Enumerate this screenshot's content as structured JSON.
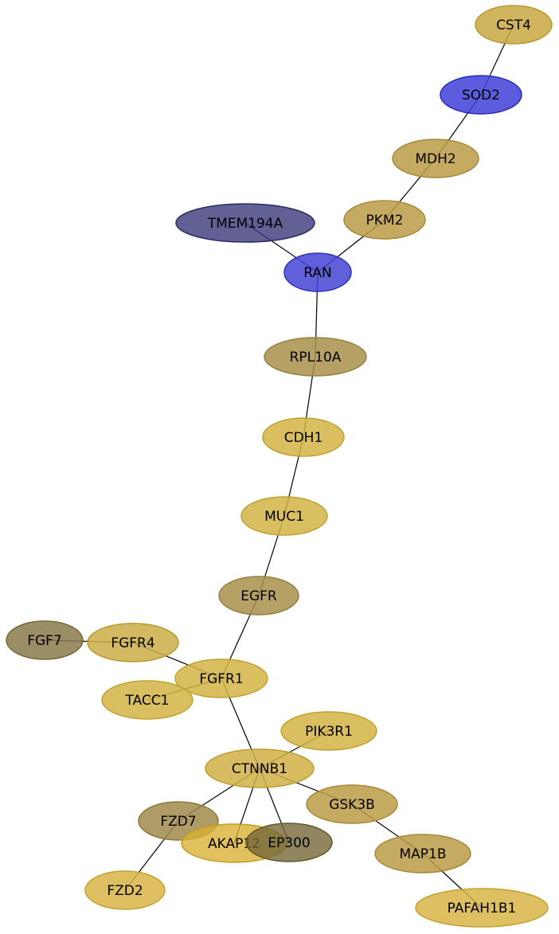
{
  "graph": {
    "nodes": [
      {
        "id": "CST4",
        "label": "CST4",
        "fill": "#c8a842",
        "stroke": "#b8982e",
        "opacity": 0.85
      },
      {
        "id": "SOD2",
        "label": "SOD2",
        "fill": "#4040d8",
        "stroke": "#2a2ab8",
        "opacity": 0.85
      },
      {
        "id": "MDH2",
        "label": "MDH2",
        "fill": "#bb9b45",
        "stroke": "#a8883a",
        "opacity": 0.85
      },
      {
        "id": "PKM2",
        "label": "PKM2",
        "fill": "#bb9b45",
        "stroke": "#a8883a",
        "opacity": 0.85
      },
      {
        "id": "TMEM194A",
        "label": "TMEM194A",
        "fill": "#3a3a7a",
        "stroke": "#2a2a66",
        "opacity": 0.8
      },
      {
        "id": "RAN",
        "label": "RAN",
        "fill": "#4444d4",
        "stroke": "#3030b8",
        "opacity": 0.85
      },
      {
        "id": "RPL10A",
        "label": "RPL10A",
        "fill": "#a8914a",
        "stroke": "#948040",
        "opacity": 0.85
      },
      {
        "id": "CDH1",
        "label": "CDH1",
        "fill": "#d4b445",
        "stroke": "#c0a030",
        "opacity": 0.85
      },
      {
        "id": "MUC1",
        "label": "MUC1",
        "fill": "#d4b445",
        "stroke": "#c0a030",
        "opacity": 0.85
      },
      {
        "id": "EGFR",
        "label": "EGFR",
        "fill": "#a8914a",
        "stroke": "#948040",
        "opacity": 0.85
      },
      {
        "id": "FGF7",
        "label": "FGF7",
        "fill": "#8a7a4a",
        "stroke": "#766838",
        "opacity": 0.85
      },
      {
        "id": "FGFR4",
        "label": "FGFR4",
        "fill": "#ccad48",
        "stroke": "#b8982e",
        "opacity": 0.85
      },
      {
        "id": "FGFR1",
        "label": "FGFR1",
        "fill": "#d4b445",
        "stroke": "#c0a030",
        "opacity": 0.85
      },
      {
        "id": "TACC1",
        "label": "TACC1",
        "fill": "#d4b445",
        "stroke": "#c0a030",
        "opacity": 0.85
      },
      {
        "id": "PIK3R1",
        "label": "PIK3R1",
        "fill": "#d4b445",
        "stroke": "#c0a030",
        "opacity": 0.85
      },
      {
        "id": "CTNNB1",
        "label": "CTNNB1",
        "fill": "#d0b045",
        "stroke": "#bc9c30",
        "opacity": 0.85
      },
      {
        "id": "GSK3B",
        "label": "GSK3B",
        "fill": "#bb9b45",
        "stroke": "#a8883a",
        "opacity": 0.85
      },
      {
        "id": "FZD7",
        "label": "FZD7",
        "fill": "#a08a4a",
        "stroke": "#8c7838",
        "opacity": 0.85
      },
      {
        "id": "AKAP12",
        "label": "AKAP12",
        "fill": "#d8b235",
        "stroke": "#c49e22",
        "opacity": 0.8
      },
      {
        "id": "EP300",
        "label": "EP300",
        "fill": "#766838",
        "stroke": "#625828",
        "opacity": 0.8
      },
      {
        "id": "MAP1B",
        "label": "MAP1B",
        "fill": "#bb9b45",
        "stroke": "#a8883a",
        "opacity": 0.85
      },
      {
        "id": "FZD2",
        "label": "FZD2",
        "fill": "#d8b445",
        "stroke": "#c4a030",
        "opacity": 0.85
      },
      {
        "id": "PAFAH1B1",
        "label": "PAFAH1B1",
        "fill": "#d8b445",
        "stroke": "#c4a030",
        "opacity": 0.85
      }
    ],
    "edges": [
      [
        "CST4",
        "SOD2"
      ],
      [
        "SOD2",
        "MDH2"
      ],
      [
        "MDH2",
        "PKM2"
      ],
      [
        "PKM2",
        "RAN"
      ],
      [
        "TMEM194A",
        "RAN"
      ],
      [
        "RAN",
        "RPL10A"
      ],
      [
        "RPL10A",
        "CDH1"
      ],
      [
        "CDH1",
        "MUC1"
      ],
      [
        "MUC1",
        "EGFR"
      ],
      [
        "EGFR",
        "FGFR1"
      ],
      [
        "FGF7",
        "FGFR4"
      ],
      [
        "FGFR4",
        "FGFR1"
      ],
      [
        "TACC1",
        "FGFR1"
      ],
      [
        "FGFR1",
        "CTNNB1"
      ],
      [
        "PIK3R1",
        "CTNNB1"
      ],
      [
        "CTNNB1",
        "GSK3B"
      ],
      [
        "CTNNB1",
        "FZD7"
      ],
      [
        "CTNNB1",
        "AKAP12"
      ],
      [
        "CTNNB1",
        "EP300"
      ],
      [
        "GSK3B",
        "MAP1B"
      ],
      [
        "FZD7",
        "FZD2"
      ],
      [
        "MAP1B",
        "PAFAH1B1"
      ]
    ]
  }
}
